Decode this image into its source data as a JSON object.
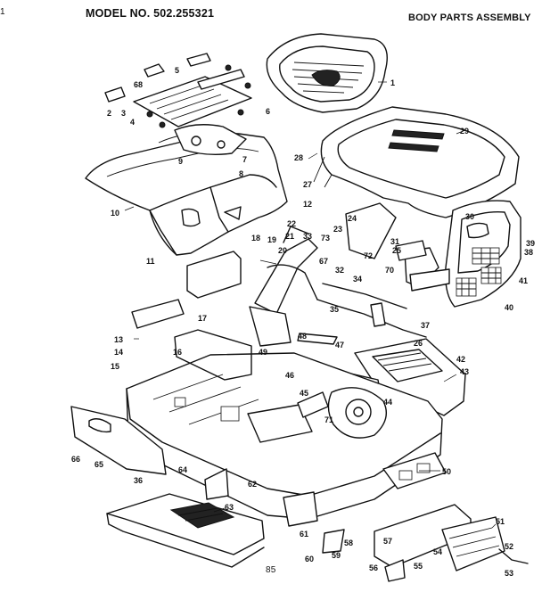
{
  "header": {
    "model": "MODEL NO. 502.255321",
    "title": "BODY PARTS ASSEMBLY",
    "page_number": "85",
    "edge_mark": "1"
  },
  "callouts": [
    {
      "id": "c1",
      "text": "1"
    },
    {
      "id": "c2",
      "text": "2"
    },
    {
      "id": "c3",
      "text": "3"
    },
    {
      "id": "c4",
      "text": "4"
    },
    {
      "id": "c5",
      "text": "5"
    },
    {
      "id": "c6",
      "text": "6"
    },
    {
      "id": "c7",
      "text": "7"
    },
    {
      "id": "c8",
      "text": "8"
    },
    {
      "id": "c9",
      "text": "9"
    },
    {
      "id": "c10",
      "text": "10"
    },
    {
      "id": "c11",
      "text": "11"
    },
    {
      "id": "c12",
      "text": "12"
    },
    {
      "id": "c13",
      "text": "13"
    },
    {
      "id": "c14",
      "text": "14"
    },
    {
      "id": "c15",
      "text": "15"
    },
    {
      "id": "c16",
      "text": "16"
    },
    {
      "id": "c17",
      "text": "17"
    },
    {
      "id": "c18",
      "text": "18"
    },
    {
      "id": "c19",
      "text": "19"
    },
    {
      "id": "c20",
      "text": "20"
    },
    {
      "id": "c21",
      "text": "21"
    },
    {
      "id": "c22",
      "text": "22"
    },
    {
      "id": "c23",
      "text": "23"
    },
    {
      "id": "c24",
      "text": "24"
    },
    {
      "id": "c25",
      "text": "25"
    },
    {
      "id": "c26",
      "text": "26"
    },
    {
      "id": "c27",
      "text": "27"
    },
    {
      "id": "c28",
      "text": "28"
    },
    {
      "id": "c29",
      "text": "29"
    },
    {
      "id": "c30",
      "text": "30"
    },
    {
      "id": "c31",
      "text": "31"
    },
    {
      "id": "c32",
      "text": "32"
    },
    {
      "id": "c33",
      "text": "33"
    },
    {
      "id": "c34",
      "text": "34"
    },
    {
      "id": "c35",
      "text": "35"
    },
    {
      "id": "c36",
      "text": "36"
    },
    {
      "id": "c37",
      "text": "37"
    },
    {
      "id": "c38",
      "text": "38"
    },
    {
      "id": "c39",
      "text": "39"
    },
    {
      "id": "c40",
      "text": "40"
    },
    {
      "id": "c41",
      "text": "41"
    },
    {
      "id": "c42",
      "text": "42"
    },
    {
      "id": "c43",
      "text": "43"
    },
    {
      "id": "c44",
      "text": "44"
    },
    {
      "id": "c45",
      "text": "45"
    },
    {
      "id": "c46",
      "text": "46"
    },
    {
      "id": "c47",
      "text": "47"
    },
    {
      "id": "c48",
      "text": "48"
    },
    {
      "id": "c49",
      "text": "49"
    },
    {
      "id": "c50",
      "text": "50"
    },
    {
      "id": "c51",
      "text": "51"
    },
    {
      "id": "c52",
      "text": "52"
    },
    {
      "id": "c53",
      "text": "53"
    },
    {
      "id": "c54",
      "text": "54"
    },
    {
      "id": "c55",
      "text": "55"
    },
    {
      "id": "c56",
      "text": "56"
    },
    {
      "id": "c57",
      "text": "57"
    },
    {
      "id": "c58",
      "text": "58"
    },
    {
      "id": "c59",
      "text": "59"
    },
    {
      "id": "c60",
      "text": "60"
    },
    {
      "id": "c61",
      "text": "61"
    },
    {
      "id": "c62",
      "text": "62"
    },
    {
      "id": "c63",
      "text": "63"
    },
    {
      "id": "c64",
      "text": "64"
    },
    {
      "id": "c65",
      "text": "65"
    },
    {
      "id": "c66",
      "text": "66"
    },
    {
      "id": "c67",
      "text": "67"
    },
    {
      "id": "c68",
      "text": "68"
    },
    {
      "id": "c70",
      "text": "70"
    },
    {
      "id": "c71",
      "text": "71"
    },
    {
      "id": "c72",
      "text": "72"
    },
    {
      "id": "c73",
      "text": "73"
    }
  ]
}
